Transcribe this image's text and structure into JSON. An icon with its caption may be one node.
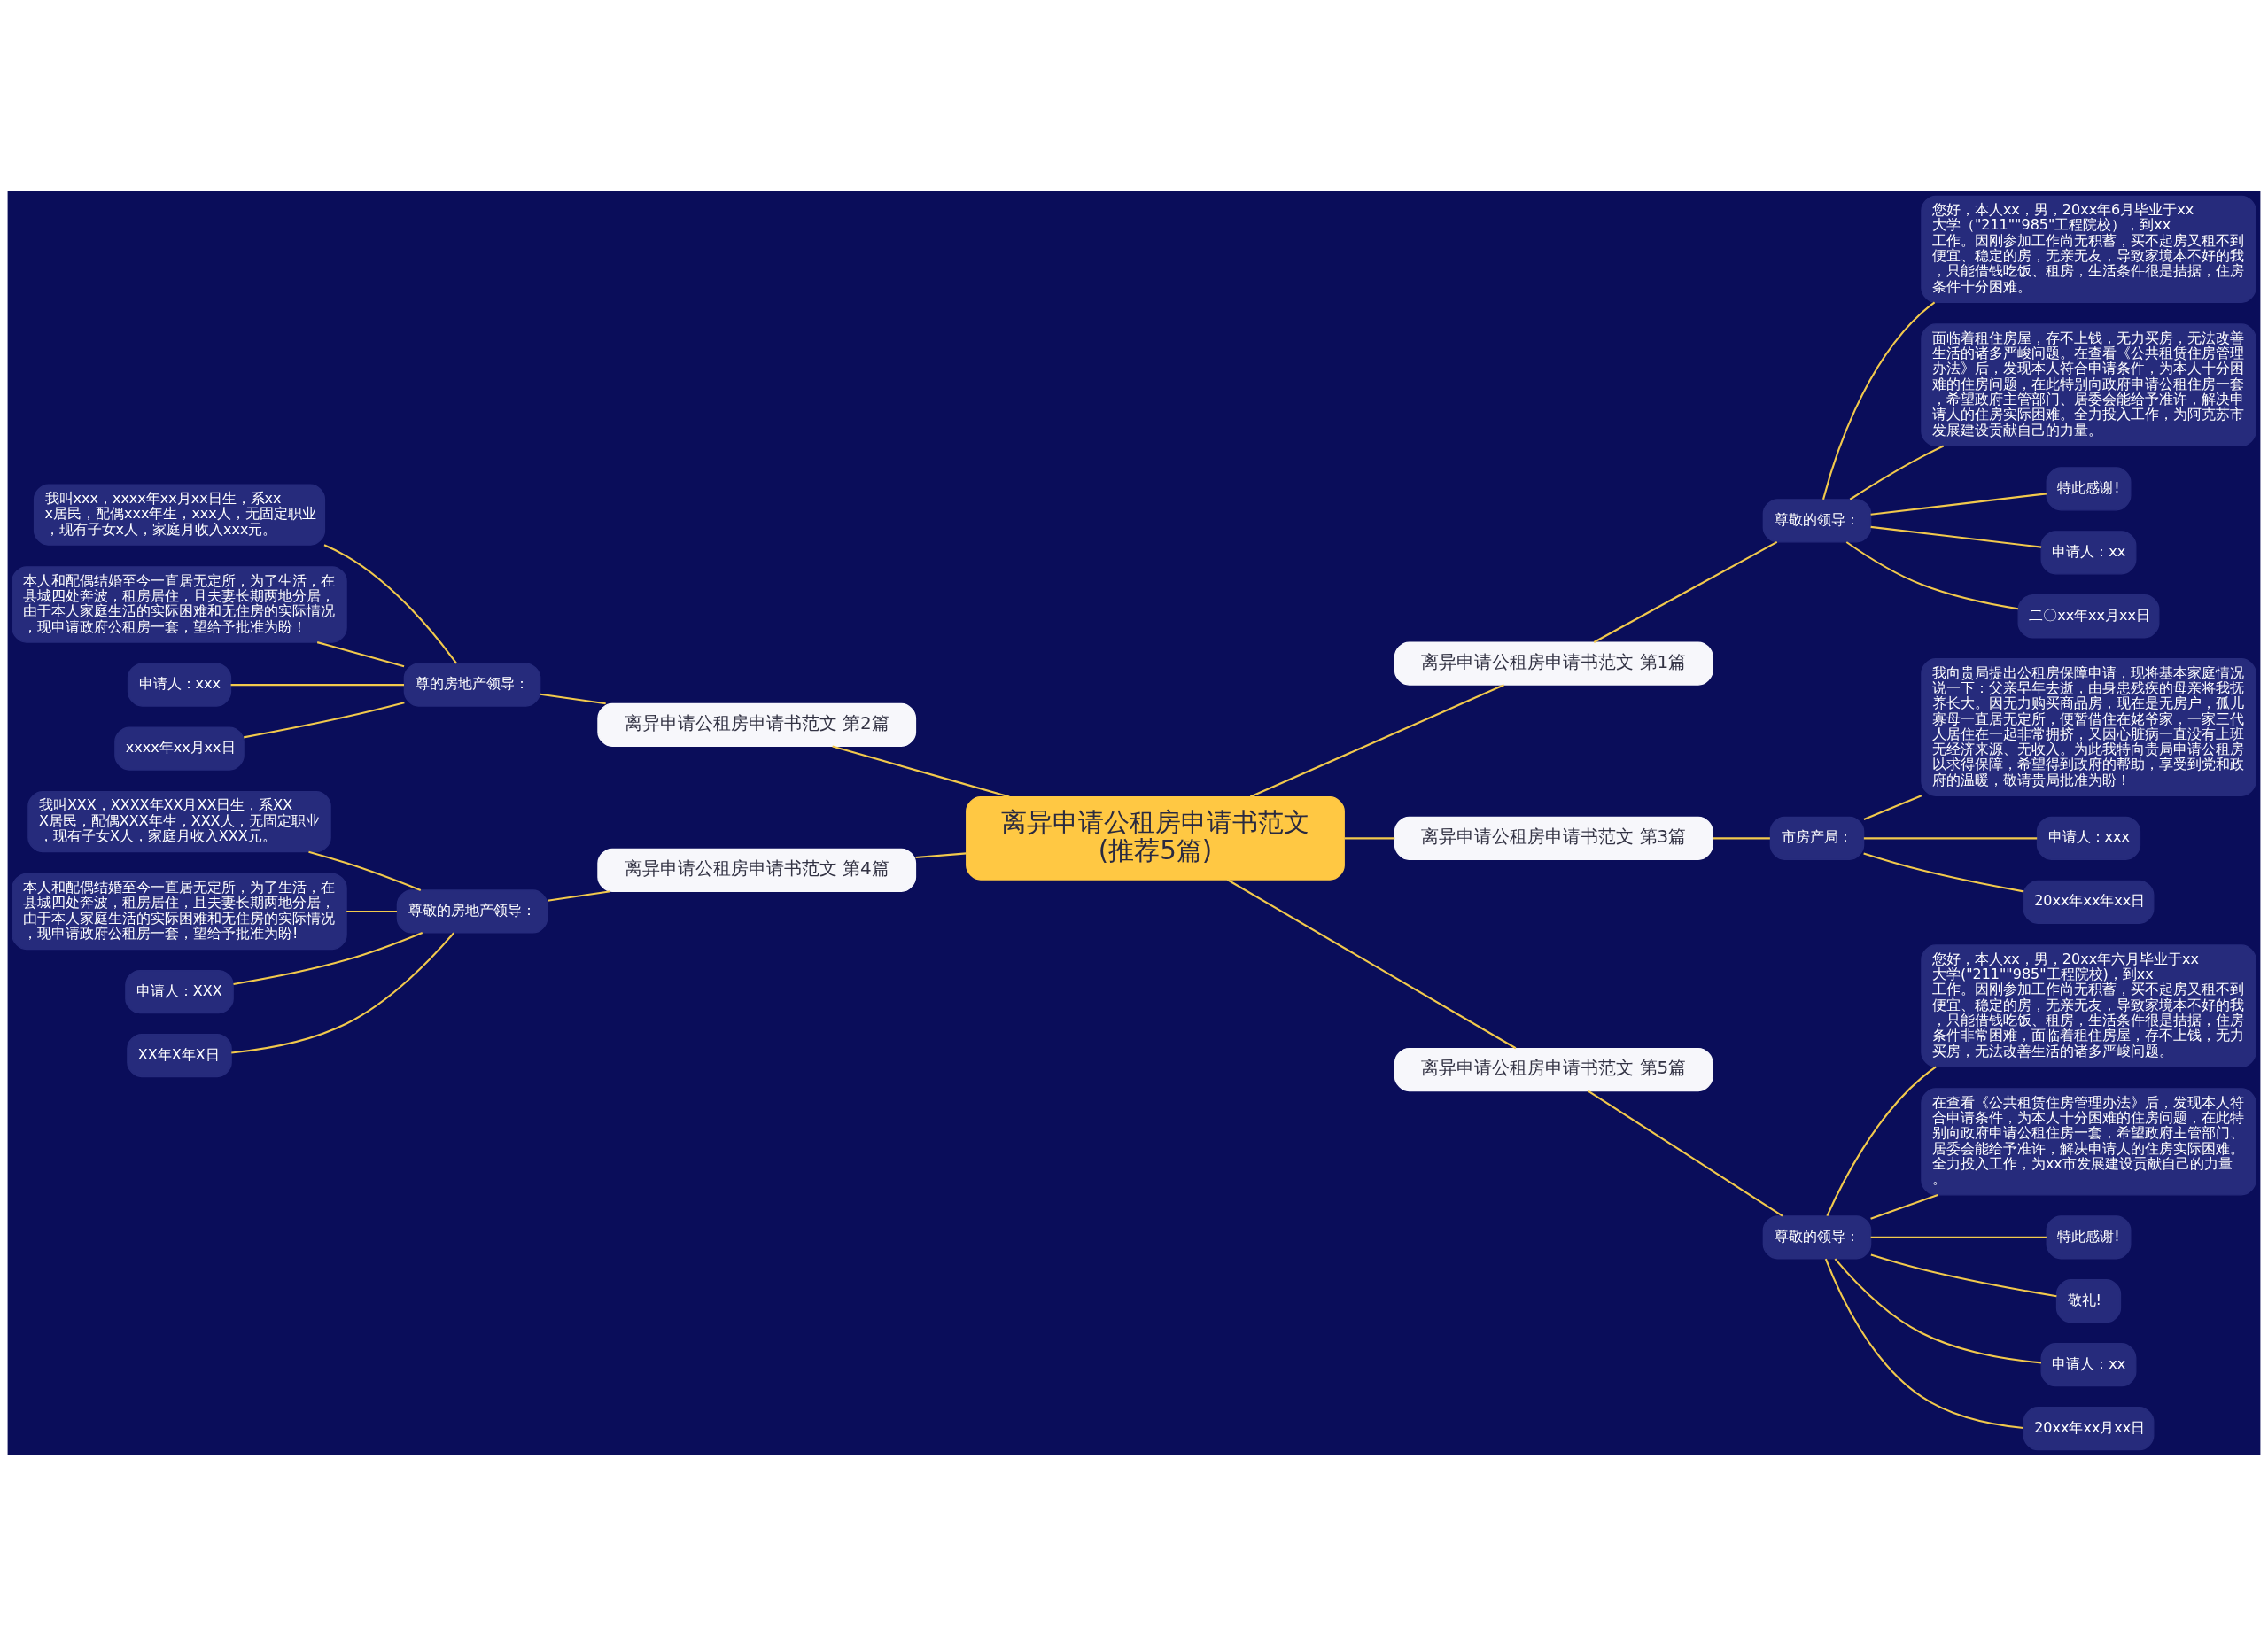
{
  "diagram": {
    "nodes": [
      {
        "text": [
          "离异申请公租房申请书范文(推荐5篇)"
        ]
      },
      {
        "text": [
          "离异申请公租房申请书范文 第1篇"
        ]
      },
      {
        "text": [
          "尊敬的领导："
        ]
      },
      {
        "text": [
          "您好，本人xx，男，20xx年6月毕业于xx大学（\"211\"\"985\"工程院校），到xx工作。因刚参加工作尚无积蓄，买不起房又租不到便宜、稳定的房，无亲无友，导致家境本不好的我，只能借钱吃饭、租房，生活条件很是拮据，住房条件十分困难。"
        ]
      },
      {
        "text": [
          "面临着租住房屋，存不上钱，无力买房，无法改善生活的诸多严峻问题。在查看《公共租赁住房管理办法》后，发现本人符合申请条件，为本人十分困难的住房问题，在此特别向政府申请公租住房一套，希望政府主管部门、居委会能给予准许，解决申请人的住房实际困难。全力投入工作，为阿克苏市发展建设贡献自己的力量。"
        ]
      },
      {
        "text": [
          "特此感谢!"
        ]
      },
      {
        "text": [
          "申请人：xx"
        ]
      },
      {
        "text": [
          "二〇xx年xx月xx日"
        ]
      },
      {
        "text": [
          "离异申请公租房申请书范文 第2篇"
        ]
      },
      {
        "text": [
          "尊的房地产领导："
        ]
      },
      {
        "text": [
          "我叫xxx，xxxx年xx月xx日生，系xxx居民，配偶xxx年生，xxx人，无固定职业，现有子女x人，家庭月收入xxx元。"
        ]
      },
      {
        "text": [
          "本人和配偶结婚至今一直居无定所，为了生活，在县城四处奔波，租房居住，且夫妻长期两地分居，由于本人家庭生活的实际困难和无住房的实际情况，现申请政府公租房一套，望给予批准为盼！"
        ]
      },
      {
        "text": [
          "申请人：xxx"
        ]
      },
      {
        "text": [
          "xxxx年xx月xx日"
        ]
      },
      {
        "text": [
          "离异申请公租房申请书范文 第3篇"
        ]
      },
      {
        "text": [
          "市房产局："
        ]
      },
      {
        "text": [
          "我向贵局提出公租房保障申请，现将基本家庭情况说一下：父亲早年去逝，由身患残疾的母亲将我抚养长大。因无力购买商品房，现在是无房户，孤儿寡母一直居无定所，便暂借住在姥爷家，一家三代人居住在一起非常拥挤，又因心脏病一直没有上班无经济来源、无收入。为此我特向贵局申请公租房以求得保障，希望得到政府的帮助，享受到党和政府的温暖，敬请贵局批准为盼！"
        ]
      },
      {
        "text": [
          "申请人：xxx"
        ]
      },
      {
        "text": [
          "20xx年xx年xx日"
        ]
      },
      {
        "text": [
          "离异申请公租房申请书范文 第4篇"
        ]
      },
      {
        "text": [
          "尊敬的房地产领导："
        ]
      },
      {
        "text": [
          "我叫XXX，XXXX年XX月XX日生，系XXX居民，配偶XXX年生，XXX人，无固定职业，现有子女X人，家庭月收入XXX元。"
        ]
      },
      {
        "text": [
          "本人和配偶结婚至今一直居无定所，为了生活，在县城四处奔波，租房居住，且夫妻长期两地分居，由于本人家庭生活的实际困难和无住房的实际情况，现申请政府公租房一套，望给予批准为盼!"
        ]
      },
      {
        "text": [
          "申请人：XXX"
        ]
      },
      {
        "text": [
          "XX年X年X日"
        ]
      },
      {
        "text": [
          "离异申请公租房申请书范文 第5篇"
        ]
      },
      {
        "text": [
          "尊敬的领导："
        ]
      },
      {
        "text": [
          "您好，本人xx，男，20xx年六月毕业于xx大学(\"211\"\"985\"工程院校)，到xx工作。因刚参加工作尚无积蓄，买不起房又租不到便宜、稳定的房，无亲无友，导致家境本不好的我，只能借钱吃饭、租房，生活条件很是拮据，住房条件非常困难，面临着租住房屋，存不上钱，无力买房，无法改善生活的诸多严峻问题。"
        ]
      },
      {
        "text": [
          "在查看《公共租赁住房管理办法》后，发现本人符合申请条件，为本人十分困难的住房问题，在此特别向政府申请公租住房一套，希望政府主管部门、居委会能给予准许，解决申请人的住房实际困难。全力投入工作，为xx市发展建设贡献自己的力量。"
        ]
      },
      {
        "text": [
          "特此感谢!"
        ]
      },
      {
        "text": [
          "敬礼!"
        ]
      },
      {
        "text": [
          "申请人：xx"
        ]
      },
      {
        "text": [
          "20xx年xx月xx日"
        ]
      }
    ],
    "edges": [
      {
        "from": 0,
        "to": 1,
        "arrow": "none"
      },
      {
        "from": 1,
        "to": 2,
        "arrow": "none"
      },
      {
        "from": 2,
        "to": 3,
        "arrow": "none"
      },
      {
        "from": 2,
        "to": 4,
        "arrow": "none"
      },
      {
        "from": 2,
        "to": 5,
        "arrow": "none"
      },
      {
        "from": 2,
        "to": 6,
        "arrow": "none"
      },
      {
        "from": 2,
        "to": 7,
        "arrow": "none"
      },
      {
        "from": 0,
        "to": 8,
        "arrow": "none"
      },
      {
        "from": 8,
        "to": 9,
        "arrow": "none"
      },
      {
        "from": 9,
        "to": 10,
        "arrow": "none"
      },
      {
        "from": 9,
        "to": 11,
        "arrow": "none"
      },
      {
        "from": 9,
        "to": 12,
        "arrow": "none"
      },
      {
        "from": 9,
        "to": 13,
        "arrow": "none"
      },
      {
        "from": 0,
        "to": 14,
        "arrow": "none"
      },
      {
        "from": 14,
        "to": 15,
        "arrow": "none"
      },
      {
        "from": 15,
        "to": 16,
        "arrow": "none"
      },
      {
        "from": 15,
        "to": 17,
        "arrow": "none"
      },
      {
        "from": 15,
        "to": 18,
        "arrow": "none"
      },
      {
        "from": 0,
        "to": 19,
        "arrow": "none"
      },
      {
        "from": 19,
        "to": 20,
        "arrow": "none"
      },
      {
        "from": 20,
        "to": 21,
        "arrow": "none"
      },
      {
        "from": 20,
        "to": 22,
        "arrow": "none"
      },
      {
        "from": 20,
        "to": 23,
        "arrow": "none"
      },
      {
        "from": 20,
        "to": 24,
        "arrow": "none"
      },
      {
        "from": 0,
        "to": 25,
        "arrow": "none"
      },
      {
        "from": 25,
        "to": 26,
        "arrow": "none"
      },
      {
        "from": 26,
        "to": 27,
        "arrow": "none"
      },
      {
        "from": 26,
        "to": 28,
        "arrow": "none"
      },
      {
        "from": 26,
        "to": 29,
        "arrow": "none"
      },
      {
        "from": 26,
        "to": 30,
        "arrow": "none"
      },
      {
        "from": 26,
        "to": 31,
        "arrow": "none"
      },
      {
        "from": 26,
        "to": 32,
        "arrow": "none"
      }
    ]
  }
}
